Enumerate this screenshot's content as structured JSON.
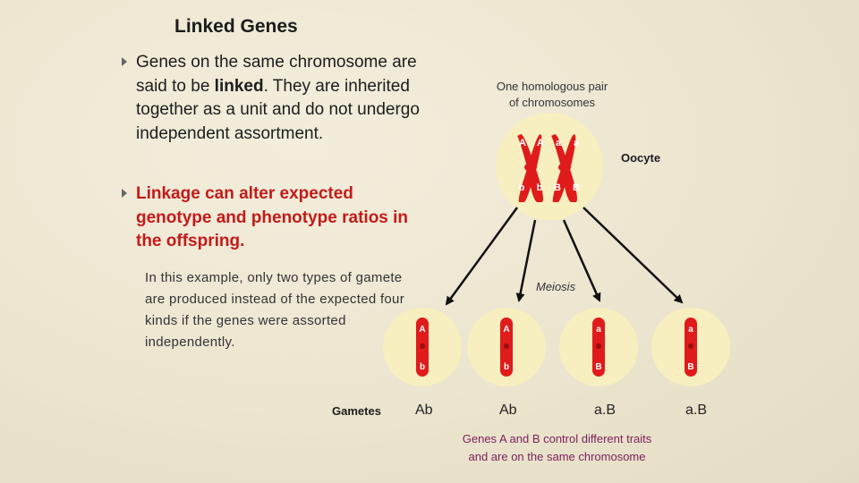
{
  "title": "Linked Genes",
  "bullets": [
    {
      "prefix": "Genes on the same chromosome are said to be ",
      "bold": "linked",
      "suffix": ". They are inherited together as a unit and do not undergo independent assortment."
    },
    {
      "text": "Linkage can alter expected genotype and phenotype ratios in the offspring."
    }
  ],
  "example_text": "In this example, only two types of gamete are produced instead of the expected four kinds if the genes were assorted independently.",
  "diagram": {
    "pair_label_line1": "One homologous pair",
    "pair_label_line2": "of chromosomes",
    "oocyte_label": "Oocyte",
    "meiosis_label": "Meiosis",
    "oocyte_alleles_top": [
      "A",
      "A",
      "a",
      "a"
    ],
    "oocyte_alleles_bottom": [
      "b",
      "b",
      "B",
      "B"
    ],
    "gamete_chromosomes": [
      {
        "top": "A",
        "bottom": "b"
      },
      {
        "top": "A",
        "bottom": "b"
      },
      {
        "top": "a",
        "bottom": "B"
      },
      {
        "top": "a",
        "bottom": "B"
      }
    ],
    "gametes_label": "Gametes",
    "gamete_labels": [
      "Ab",
      "Ab",
      "a.B",
      "a.B"
    ],
    "genes_note_line1": "Genes A and B control different traits",
    "genes_note_line2": "and are on the same chromosome",
    "colors": {
      "chromosome": "#e01b1b",
      "cell": "#f7efbf",
      "bullet2": "#c41a1a",
      "note": "#7a1f5c"
    }
  }
}
